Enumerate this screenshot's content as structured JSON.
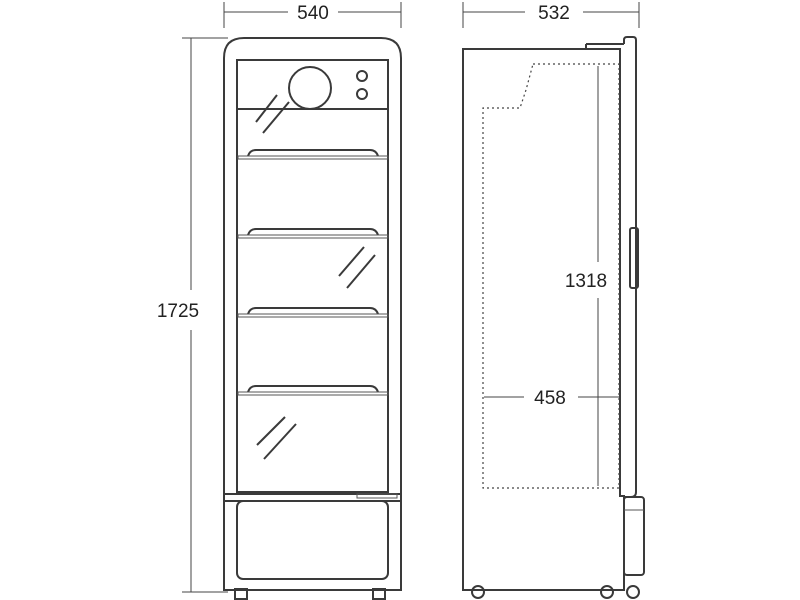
{
  "front_view": {
    "width_label": "540",
    "height_label": "1725"
  },
  "side_view": {
    "depth_label": "532",
    "inner_height_label": "1318",
    "inner_depth_label": "458"
  }
}
